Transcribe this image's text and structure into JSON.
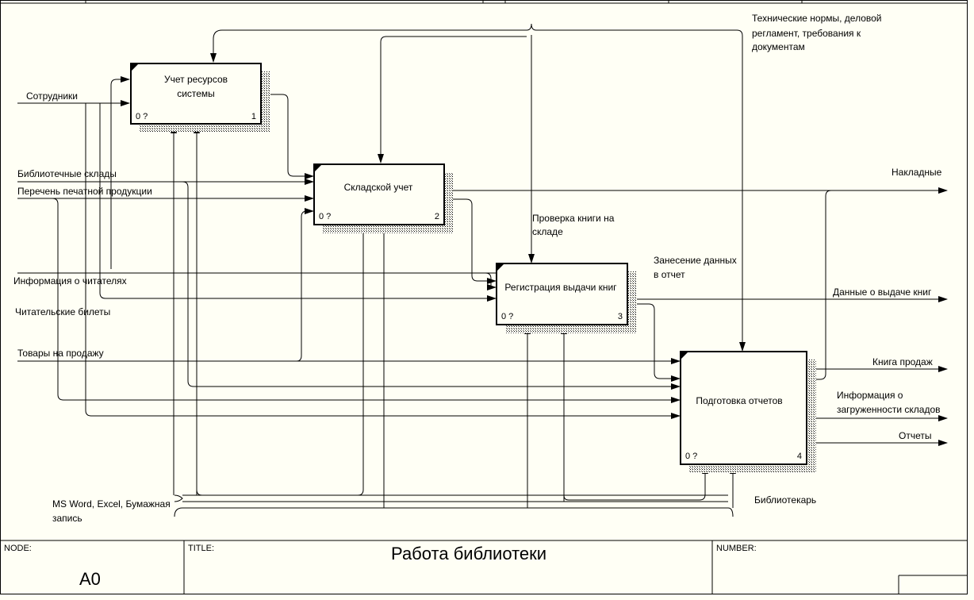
{
  "diagram": {
    "activities": [
      {
        "id": "box-1",
        "lines": [
          "Учет ресурсов",
          "системы"
        ],
        "cost": "0 ?",
        "number": "1"
      },
      {
        "id": "box-2",
        "lines": [
          "Складской учет"
        ],
        "cost": "0 ?",
        "number": "2"
      },
      {
        "id": "box-3",
        "lines": [
          "Регистрация выдачи книг"
        ],
        "cost": "0 ?",
        "number": "3"
      },
      {
        "id": "box-4",
        "lines": [
          "Подготовка отчетов"
        ],
        "cost": "0 ?",
        "number": "4"
      }
    ],
    "arrow_labels": [
      {
        "key": "sotrudniki",
        "lines": [
          "Сотрудники"
        ]
      },
      {
        "key": "bib_sklady",
        "lines": [
          "Библиотечные склады"
        ]
      },
      {
        "key": "perechen",
        "lines": [
          "Перечень печатной продукции"
        ]
      },
      {
        "key": "info_chit",
        "lines": [
          "Информация о читателях"
        ]
      },
      {
        "key": "chit_bilety",
        "lines": [
          "Читательские билеты"
        ]
      },
      {
        "key": "tovary",
        "lines": [
          "Товары на продажу"
        ]
      },
      {
        "key": "tech_normy",
        "lines": [
          "Технические нормы, деловой",
          "регламент, требования к",
          "документам"
        ]
      },
      {
        "key": "proverka",
        "lines": [
          "Проверка книги на",
          "складе"
        ]
      },
      {
        "key": "zanesenie",
        "lines": [
          "Занесение данных",
          "в отчет"
        ]
      },
      {
        "key": "nakladnye",
        "lines": [
          "Накладные"
        ]
      },
      {
        "key": "dannye_vydache",
        "lines": [
          "Данные о выдаче книг"
        ]
      },
      {
        "key": "kniga_prodazh",
        "lines": [
          "Книга продаж"
        ]
      },
      {
        "key": "info_zagr",
        "lines": [
          "Информация о",
          "загруженности складов"
        ]
      },
      {
        "key": "otchety",
        "lines": [
          "Отчеты"
        ]
      },
      {
        "key": "ms_word",
        "lines": [
          "MS Word, Excel, Бумажная",
          "запись"
        ]
      },
      {
        "key": "bibliotekar",
        "lines": [
          "Библиотекарь"
        ]
      }
    ]
  },
  "footer": {
    "node_label": "NODE:",
    "node_value": "A0",
    "title_label": "TITLE:",
    "title_value": "Работа библиотеки",
    "number_label": "NUMBER:"
  }
}
